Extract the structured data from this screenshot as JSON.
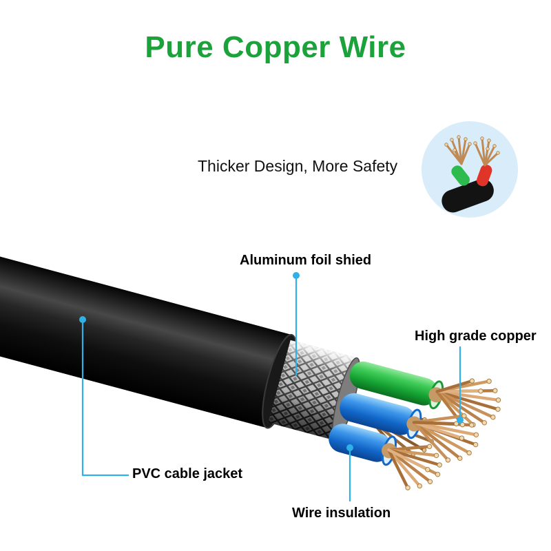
{
  "title": {
    "text": "Pure Copper Wire",
    "color": "#1ba23a"
  },
  "tagline": {
    "text": "Thicker Design, More Safety"
  },
  "callouts": [
    {
      "id": "aluminum-foil-shield",
      "label": "Aluminum foil shied"
    },
    {
      "id": "high-grade-copper",
      "label": "High grade copper"
    },
    {
      "id": "pvc-cable-jacket",
      "label": "PVC cable jacket"
    },
    {
      "id": "wire-insulation",
      "label": "Wire insulation"
    }
  ],
  "icons": [
    {
      "name": "wire-cross-section-icon",
      "desc": "round badge with copper wire bundles sample (green and red insulation)"
    },
    {
      "name": "cable-cutaway-illustration",
      "desc": "stripped black cable showing aluminum foil mesh, green and blue insulated wires and bare copper strands"
    }
  ],
  "colors": {
    "title_green": "#1ba23a",
    "callout_blue": "#2fb1e8",
    "jacket_black": "#0d0d0d",
    "foil_silver": "#c6c6c6",
    "wire_green": "#23ad44",
    "wire_blue": "#1a72d4",
    "copper": "#c08a55",
    "badge_background": "#d8ecf9",
    "badge_wire_red": "#e03428"
  }
}
